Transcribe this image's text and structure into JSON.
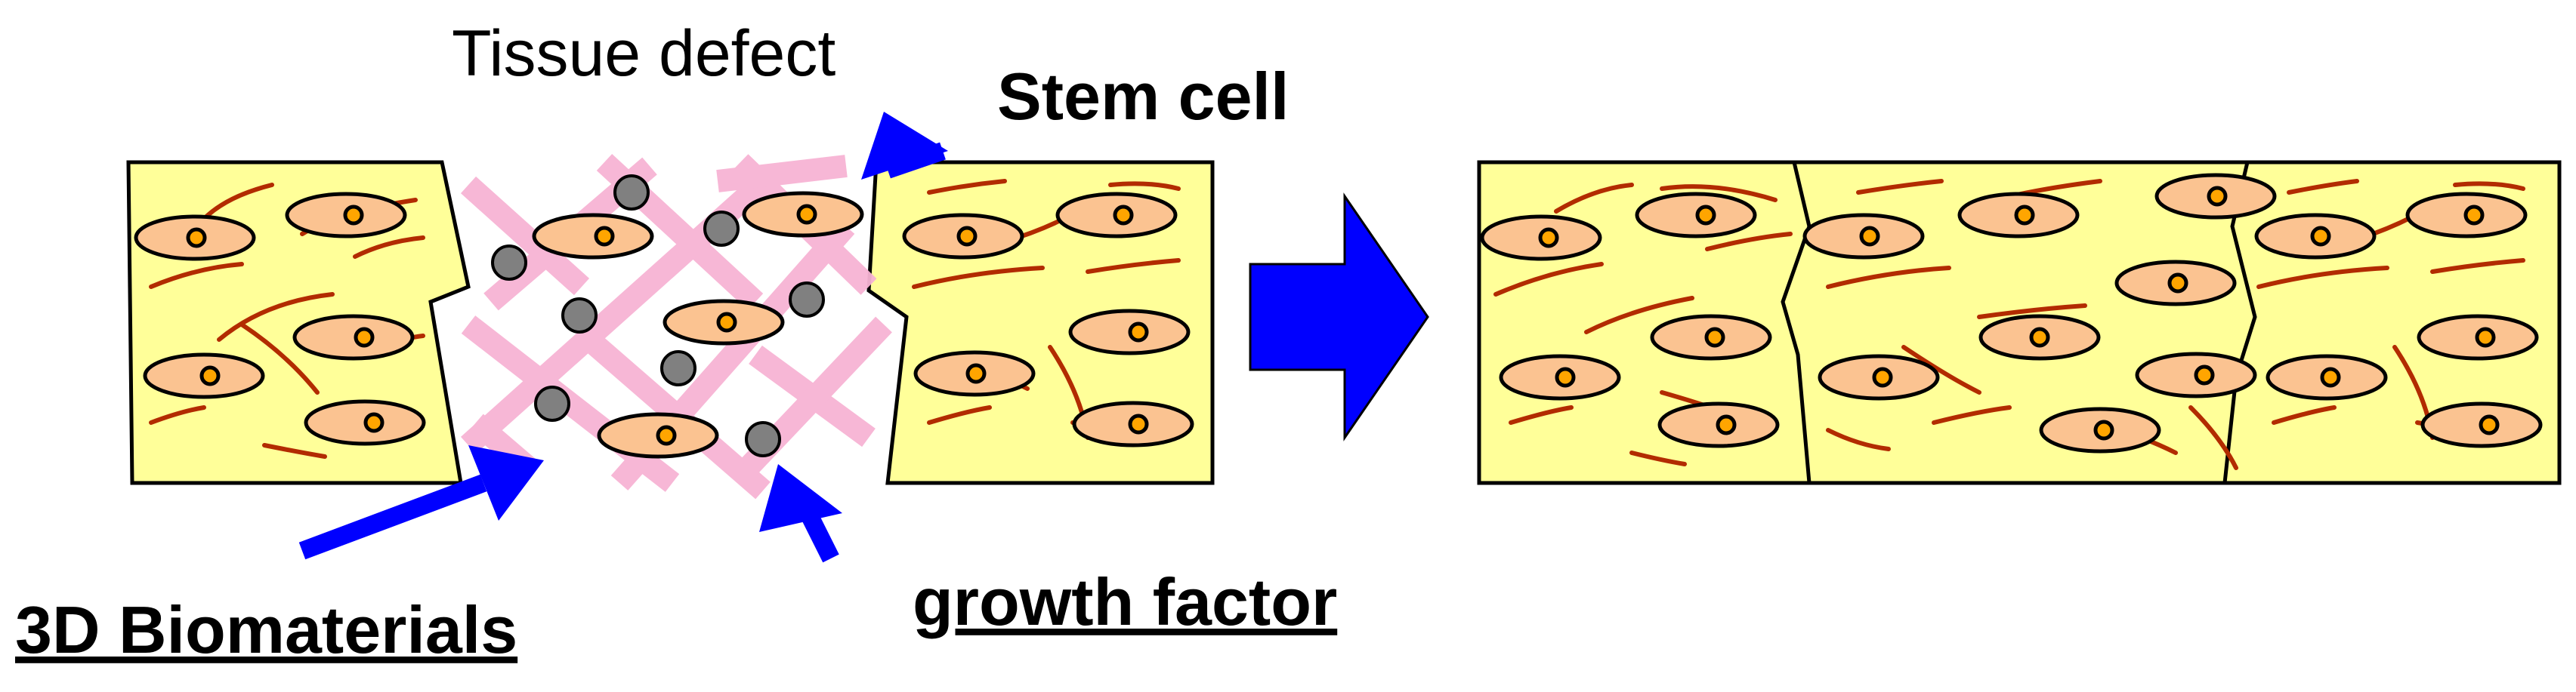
{
  "labels": {
    "tissue_defect": "Tissue defect",
    "stem_cell": "Stem cell",
    "growth_factor": "growth factor",
    "biomaterials": "3D Biomaterials"
  },
  "colors": {
    "tissue_fill": "#ffff99",
    "cell_fill": "#fbc391",
    "nucleus_fill": "#ffa500",
    "fiber": "#b22b00",
    "scaffold": "#f7b4d4",
    "growth_factor_dot": "#808080",
    "arrow": "#0000ff"
  }
}
